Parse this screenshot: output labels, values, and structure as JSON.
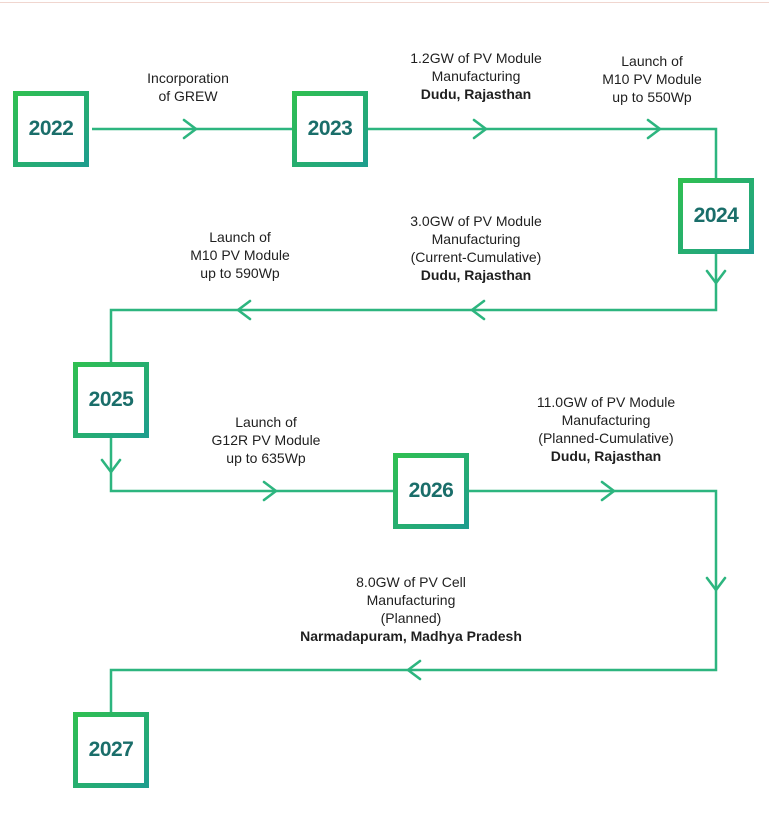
{
  "colors": {
    "line": "#2fb87a",
    "node_border": "#2fbf52",
    "year_text": "#1a6e6a"
  },
  "milestones": {
    "y2022": "2022",
    "y2023": "2023",
    "y2024": "2024",
    "y2025": "2025",
    "y2026": "2026",
    "y2027": "2027"
  },
  "events": {
    "e2022": {
      "l1": "Incorporation",
      "l2": "of GREW"
    },
    "e2023a": {
      "l1": "1.2GW of PV Module",
      "l2": "Manufacturing",
      "bold": "Dudu, Rajasthan"
    },
    "e2023b": {
      "l1": "Launch of",
      "l2": "M10 PV Module",
      "l3": "up to 550Wp"
    },
    "e2024a": {
      "l1": "3.0GW of PV Module",
      "l2": "Manufacturing",
      "l3": "(Current-Cumulative)",
      "bold": "Dudu, Rajasthan"
    },
    "e2024b": {
      "l1": "Launch of",
      "l2": "M10 PV Module",
      "l3": "up to 590Wp"
    },
    "e2025": {
      "l1": "Launch of",
      "l2": "G12R PV Module",
      "l3": "up to 635Wp"
    },
    "e2026": {
      "l1": "11.0GW of PV Module",
      "l2": "Manufacturing",
      "l3": "(Planned-Cumulative)",
      "bold": "Dudu, Rajasthan"
    },
    "e2026b": {
      "l1": "8.0GW of PV Cell",
      "l2": "Manufacturing",
      "l3": "(Planned)",
      "bold": "Narmadapuram, Madhya Pradesh"
    }
  }
}
